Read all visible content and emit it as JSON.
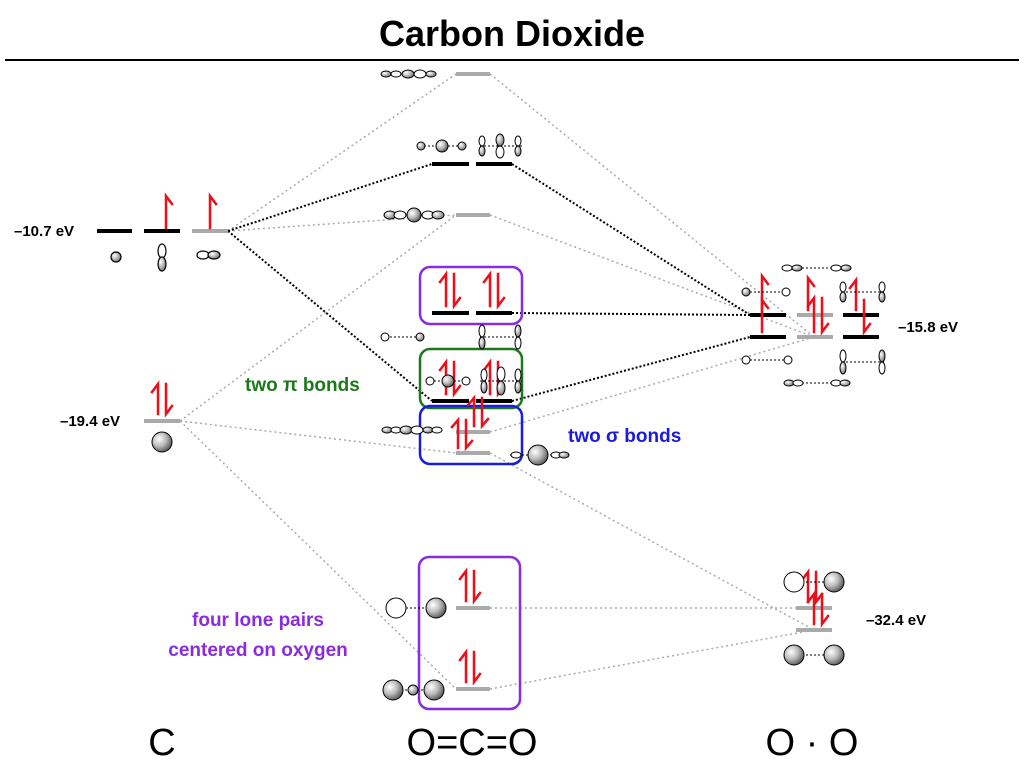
{
  "title": "Carbon Dioxide",
  "energies": {
    "carbon_2p": "–10.7 eV",
    "carbon_2s": "–19.4 eV",
    "oxygen_2p": "–15.8 eV",
    "oxygen_2s": "–32.4 eV"
  },
  "annotations": {
    "pi_bonds": "two π bonds",
    "sigma_bonds": "two σ bonds",
    "lone_pairs_line1": "four lone pairs",
    "lone_pairs_line2": "centered on oxygen"
  },
  "columns": {
    "left": "C",
    "middle": "O=C=O",
    "right": "O · O"
  },
  "colors": {
    "electron": "#e8101a",
    "occupied_level": "#000000",
    "sigma_level": "#aaaaaa",
    "pi_box": "#1a7a1a",
    "sigma_box": "#1a1ae0",
    "lone_pair_box": "#8a2be2",
    "correlation_line": "#aaaaaa"
  }
}
